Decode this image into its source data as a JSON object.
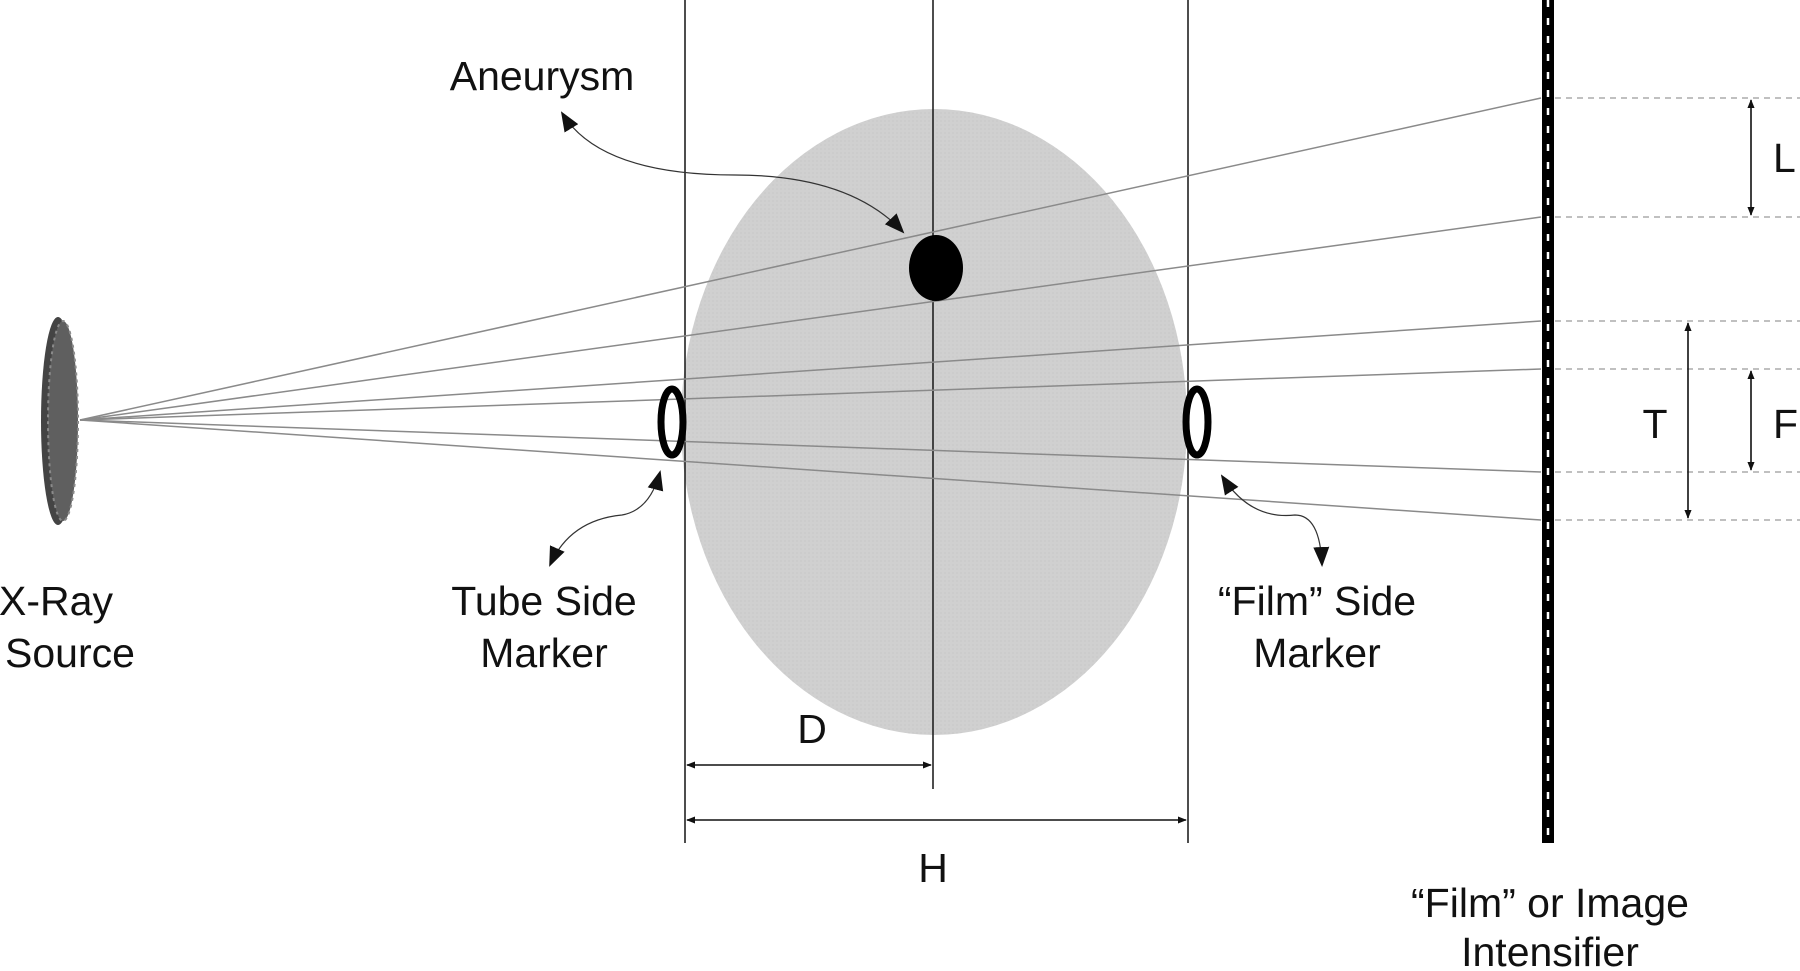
{
  "labels": {
    "aneurysm": "Aneurysm",
    "xray_source_line1": "X-Ray",
    "xray_source_line2": "Source",
    "tube_marker_line1": "Tube Side",
    "tube_marker_line2": "Marker",
    "film_marker_line1": "“Film” Side",
    "film_marker_line2": "Marker",
    "film_line1": "“Film” or Image",
    "film_line2": "Intensifier",
    "dim_d": "D",
    "dim_h": "H",
    "dim_l": "L",
    "dim_t": "T",
    "dim_f": "F"
  },
  "colors": {
    "head": "#d3d3d3",
    "source": "#555555",
    "aneurysm": "#000000",
    "marker": "#000000",
    "film": "#000000"
  }
}
